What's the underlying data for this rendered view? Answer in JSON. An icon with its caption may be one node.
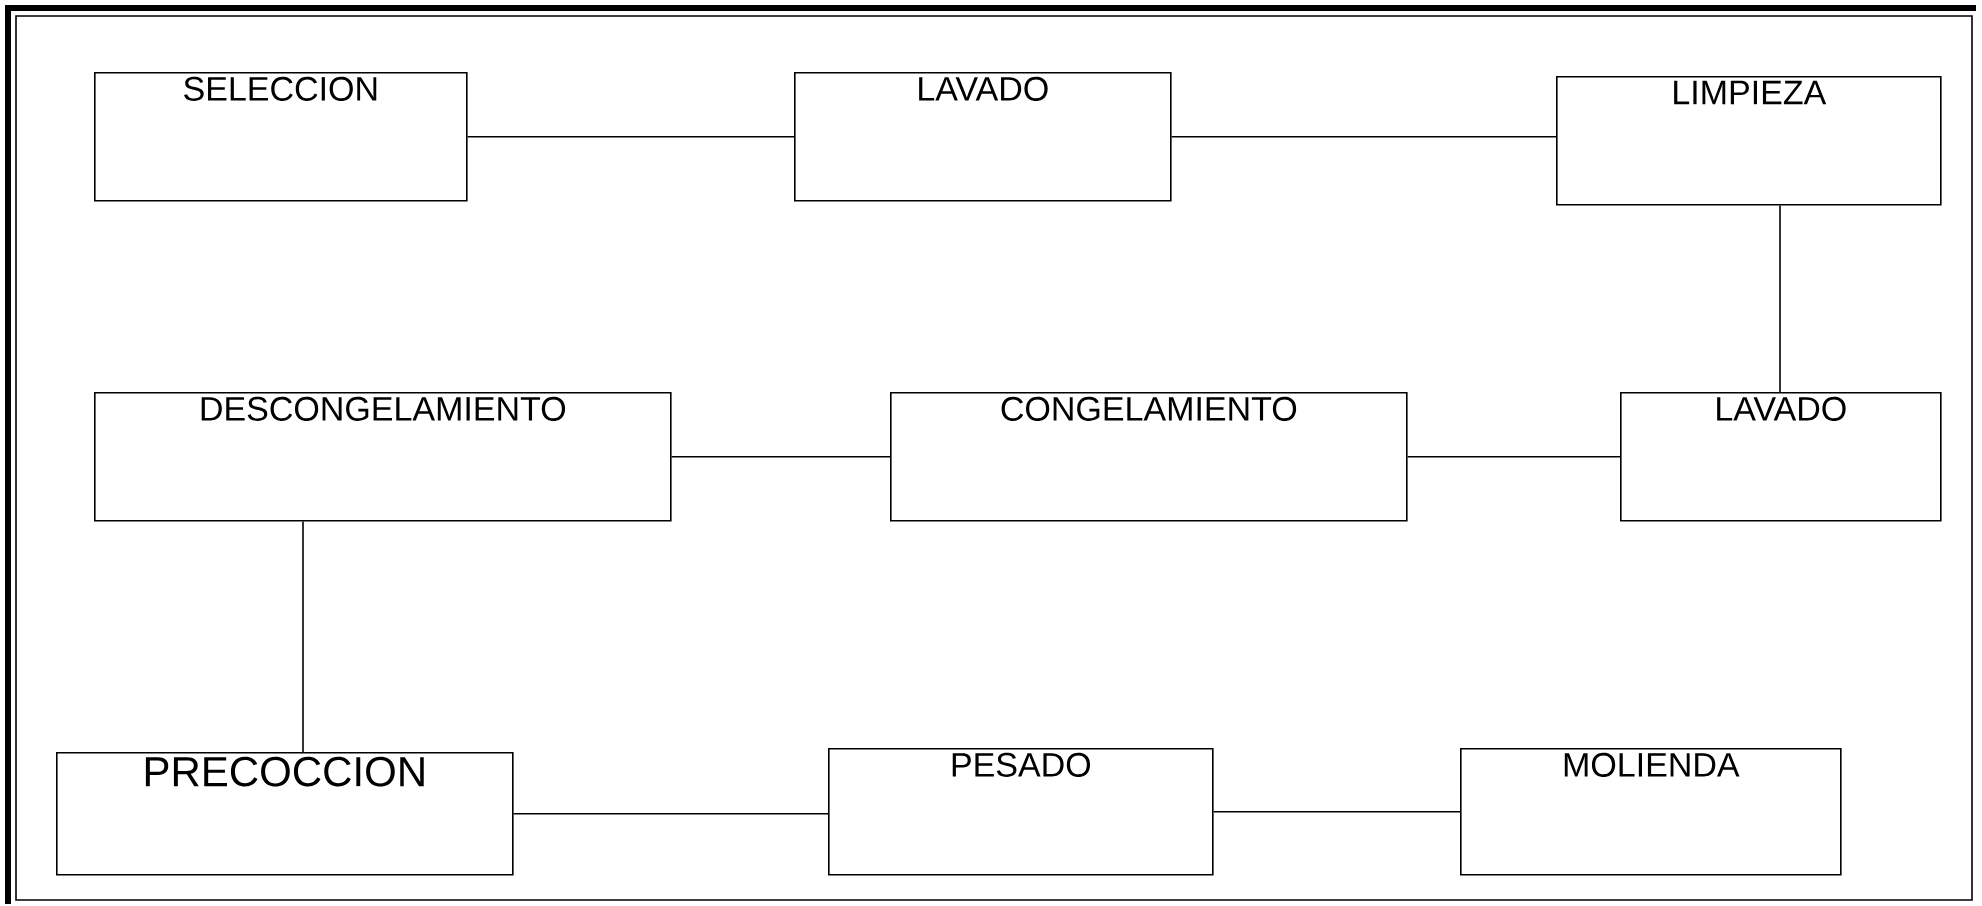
{
  "diagram": {
    "nodes": [
      {
        "text": [
          "SELECCION"
        ]
      },
      {
        "text": [
          "LAVADO"
        ]
      },
      {
        "text": [
          "LIMPIEZA"
        ]
      },
      {
        "text": [
          "DESCONGELAMIENTO"
        ]
      },
      {
        "text": [
          "CONGELAMIENTO"
        ]
      },
      {
        "text": [
          "LAVADO"
        ]
      },
      {
        "text": [
          "PRECOCCION"
        ]
      },
      {
        "text": [
          "PESADO"
        ]
      },
      {
        "text": [
          "MOLIENDA"
        ]
      }
    ],
    "edges": [
      {
        "from": 0,
        "to": 1,
        "arrow": "none"
      },
      {
        "from": 1,
        "to": 2,
        "arrow": "none"
      },
      {
        "from": 2,
        "to": 5,
        "arrow": "none"
      },
      {
        "from": 5,
        "to": 4,
        "arrow": "none"
      },
      {
        "from": 4,
        "to": 3,
        "arrow": "none"
      },
      {
        "from": 3,
        "to": 6,
        "arrow": "none"
      },
      {
        "from": 6,
        "to": 7,
        "arrow": "none"
      },
      {
        "from": 7,
        "to": 8,
        "arrow": "none"
      }
    ]
  }
}
